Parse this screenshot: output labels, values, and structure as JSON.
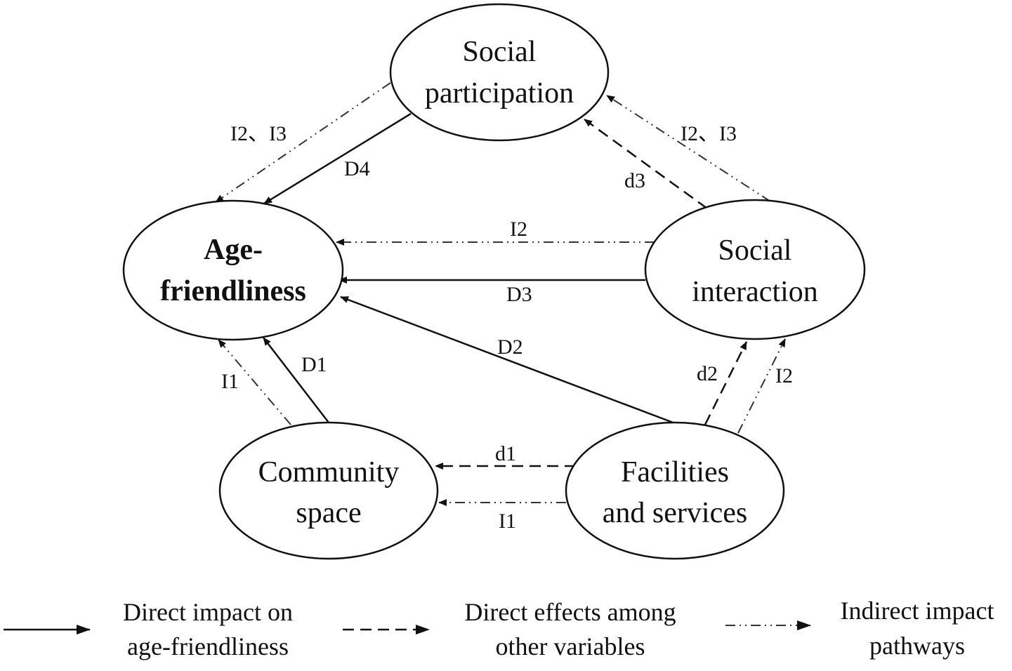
{
  "nodes": {
    "social_participation": {
      "line1": "Social",
      "line2": "participation"
    },
    "age_friendliness": {
      "line1": "Age-",
      "line2": "friendliness"
    },
    "social_interaction": {
      "line1": "Social",
      "line2": "interaction"
    },
    "community_space": {
      "line1": "Community",
      "line2": "space"
    },
    "facilities_services": {
      "line1": "Facilities",
      "line2": "and services"
    }
  },
  "edges": {
    "d4": "D4",
    "i23_left": "I2、I3",
    "i23_right": "I2、I3",
    "d3_small": "d3",
    "i2_mid": "I2",
    "d3": "D3",
    "d2": "D2",
    "d1_big": "D1",
    "i1_left": "I1",
    "d2_small": "d2",
    "i2_right": "I2",
    "d1_small": "d1",
    "i1_bottom": "I1"
  },
  "legend": {
    "solid": {
      "line1": "Direct impact on",
      "line2": "age-friendliness"
    },
    "dashed": {
      "line1": "Direct effects among",
      "line2": "other variables"
    },
    "dashdot": {
      "line1": "Indirect impact",
      "line2": "pathways"
    }
  }
}
